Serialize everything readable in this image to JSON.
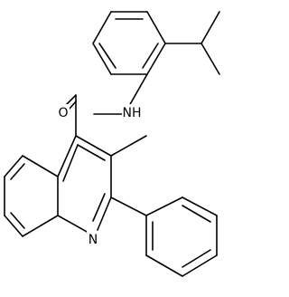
{
  "molecule": {
    "labels": {
      "carbonyl_oxygen": "O",
      "amide_nh": "NH",
      "ring_nitrogen": "N"
    }
  },
  "colors": {
    "background": "#ffffff",
    "bond": "#000000",
    "text": "#000000"
  }
}
